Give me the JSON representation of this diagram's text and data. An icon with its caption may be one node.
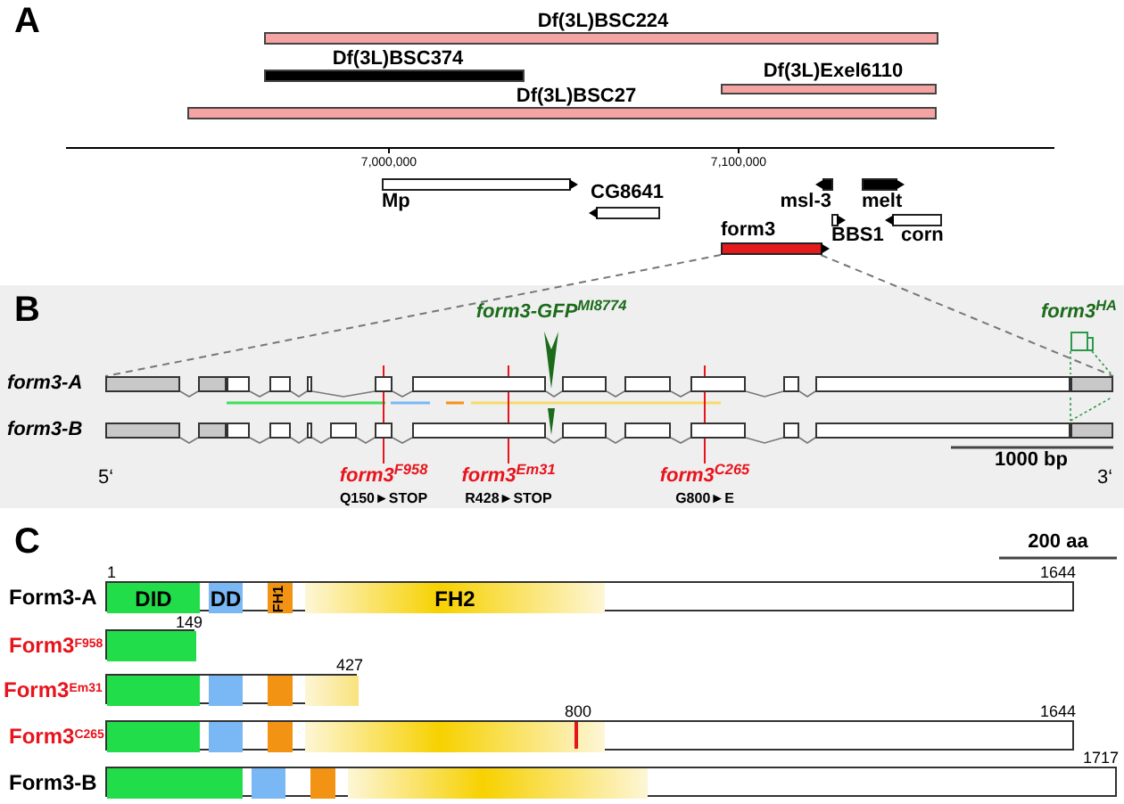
{
  "diagram": {
    "nodes": [
      {
        "text": [
          "Df(3L)BSC224"
        ]
      },
      {
        "text": [
          "Df(3L)BSC374"
        ]
      },
      {
        "text": [
          "Df(3L)Exel6110"
        ]
      },
      {
        "text": [
          "Df(3L)BSC27"
        ]
      },
      {
        "text": [
          "Mp"
        ]
      },
      {
        "text": [
          "CG8641"
        ]
      },
      {
        "text": [
          "msl-3"
        ]
      },
      {
        "text": [
          "melt"
        ]
      },
      {
        "text": [
          "BBS1"
        ]
      },
      {
        "text": [
          "corn"
        ]
      },
      {
        "text": [
          "form3"
        ]
      },
      {
        "text": [
          "form3-A"
        ]
      },
      {
        "text": [
          "form3-B"
        ]
      },
      {
        "text": [
          "Form3-A"
        ],
        "beside": [
          "1",
          "1644"
        ]
      },
      {
        "text": [
          "DID"
        ],
        "in": 13
      },
      {
        "text": [
          "DD"
        ],
        "in": 13
      },
      {
        "text": [
          "FH1"
        ],
        "in": 13
      },
      {
        "text": [
          "FH2"
        ],
        "in": 13
      },
      {
        "text": [
          "Form3$^{F958}$"
        ],
        "beside": [
          "149"
        ]
      },
      {
        "text": [],
        "shape": "box",
        "in": 18
      },
      {
        "text": [
          "Form3$^{Em31}$"
        ],
        "beside": [
          "427"
        ]
      },
      {
        "text": [],
        "shape": "box",
        "in": 20
      },
      {
        "text": [],
        "shape": "box",
        "in": 20
      },
      {
        "text": [],
        "shape": "box",
        "in": 20
      },
      {
        "text": [],
        "shape": "box",
        "in": 20
      },
      {
        "text": [
          "Form3$^{C265}$"
        ],
        "beside": [
          "800",
          "1644"
        ]
      },
      {
        "text": [],
        "shape": "box",
        "in": 25
      },
      {
        "text": [],
        "shape": "box",
        "in": 25
      },
      {
        "text": [],
        "shape": "box",
        "in": 25
      },
      {
        "text": [],
        "shape": "box",
        "in": 25
      },
      {
        "text": [
          "Form3-B"
        ],
        "beside": [
          "1717"
        ]
      },
      {
        "text": [],
        "shape": "box",
        "in": 30
      },
      {
        "text": [],
        "shape": "box",
        "in": 30
      },
      {
        "text": [],
        "shape": "box",
        "in": 30
      },
      {
        "text": [],
        "shape": "box",
        "in": 30
      }
    ],
    "edges": [
      {
        "from": 10,
        "to": 11,
        "arrow": "none",
        "style": "dashed"
      },
      {
        "from": 10,
        "to": 11,
        "arrow": "none",
        "style": "dashed"
      }
    ],
    "labels": [
      "A",
      "7,000,000",
      "7,100,000",
      "B",
      "form3-GFP$^{MI8774}$",
      "form3$^{HA}$",
      "1000 bp",
      "5‘",
      "form3$^{F958}$",
      "form3$^{Em31}$",
      "form3$^{C265}$",
      "3‘",
      "Q150►STOP",
      "R428►STOP",
      "G800►E",
      "C",
      "200 aa"
    ]
  }
}
